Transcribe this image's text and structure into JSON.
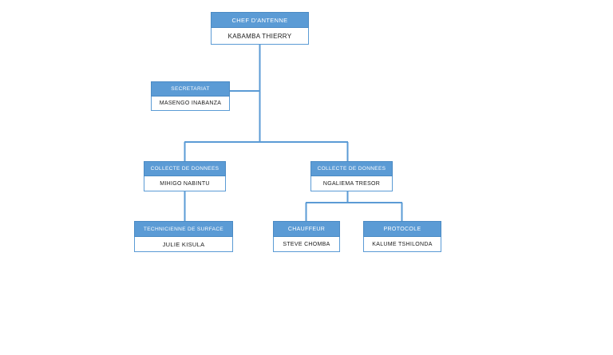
{
  "chart_type": "organization-chart",
  "theme": {
    "accent": "#5B9BD5",
    "accent_border": "#4A8AC4",
    "connector": "#5B9BD5",
    "title_text": "#FFFFFF",
    "name_text": "#1A1A1A",
    "background": "#FFFFFF"
  },
  "nodes": {
    "chef": {
      "title": "CHEF D'ANTENNE",
      "name": "KABAMBA THIERRY"
    },
    "secretariat": {
      "title": "SECRETARIAT",
      "name": "MASENGO INABANZA"
    },
    "collecte_left": {
      "title": "COLLECTE DE DONNEES",
      "name": "MIHIGO NABINTU"
    },
    "collecte_right": {
      "title": "COLLECTE DE DONNEES",
      "name": "NGALIEMA TRESOR"
    },
    "technicienne": {
      "title": "TECHNICIENNE DE SURFACE",
      "name": "JULIE KISULA"
    },
    "chauffeur": {
      "title": "CHAUFFEUR",
      "name": "STEVE  CHOMBA"
    },
    "protocole": {
      "title": "PROTOCOLE",
      "name": "KALUME TSHILONDA"
    }
  }
}
